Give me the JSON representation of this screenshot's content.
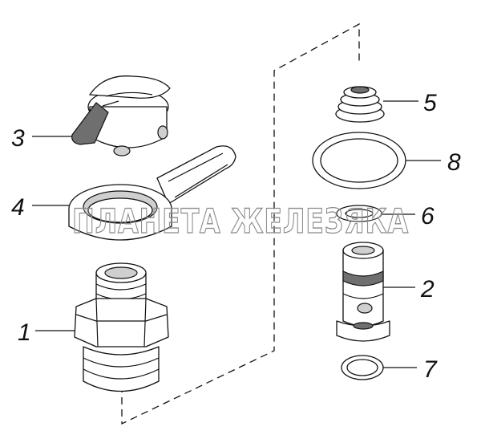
{
  "callouts": {
    "p1": "1",
    "p2": "2",
    "p3": "3",
    "p4": "4",
    "p5": "5",
    "p6": "6",
    "p7": "7",
    "p8": "8"
  },
  "watermark": "ПЛАНЕТА ЖЕЛЕЗЯКА",
  "colors": {
    "ink": "#111111",
    "shade": "#cfcfcf",
    "watermark_stroke": "#8a8a8a"
  }
}
